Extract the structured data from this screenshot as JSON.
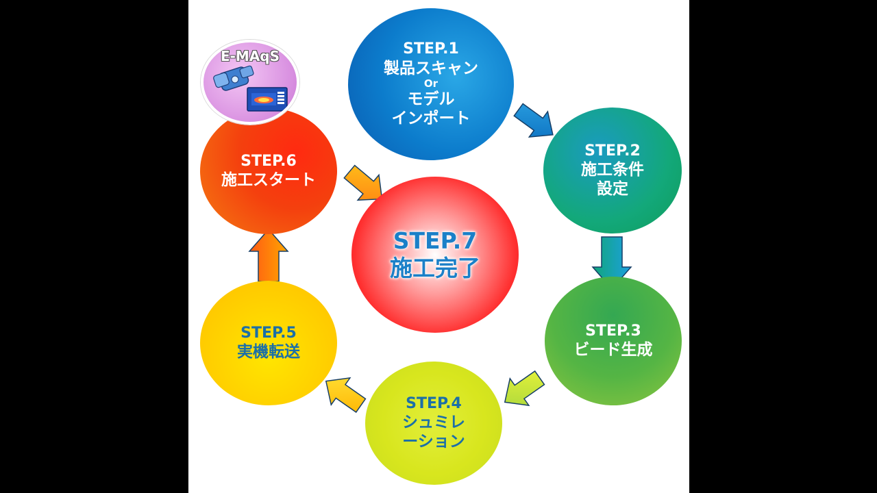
{
  "diagram": {
    "steps": [
      {
        "id": "s1",
        "title": "STEP.1",
        "lines": [
          "製品スキャン",
          "Or",
          "モデル",
          "インポート"
        ]
      },
      {
        "id": "s2",
        "title": "STEP.2",
        "lines": [
          "施工条件",
          "設定"
        ]
      },
      {
        "id": "s3",
        "title": "STEP.3",
        "lines": [
          "ビード生成"
        ]
      },
      {
        "id": "s4",
        "title": "STEP.4",
        "lines": [
          "シュミレ",
          "ーション"
        ]
      },
      {
        "id": "s5",
        "title": "STEP.5",
        "lines": [
          "実機転送"
        ]
      },
      {
        "id": "s6",
        "title": "STEP.6",
        "lines": [
          "施工スタート"
        ]
      },
      {
        "id": "s7",
        "title": "STEP.7",
        "lines": [
          "施工完了"
        ]
      }
    ],
    "emaqs": {
      "label": "E-MAqS",
      "icon": "device-and-screen-icon"
    },
    "arrows": [
      {
        "from": "STEP.1",
        "to": "STEP.2",
        "color": "#1b8fd6"
      },
      {
        "from": "STEP.2",
        "to": "STEP.3",
        "color": "#14a5c2"
      },
      {
        "from": "STEP.3",
        "to": "STEP.4",
        "color": "#d7ee3c"
      },
      {
        "from": "STEP.4",
        "to": "STEP.5",
        "color": "#ffc400"
      },
      {
        "from": "STEP.5",
        "to": "STEP.6",
        "color": "#ff7b1a"
      },
      {
        "from": "STEP.6",
        "to": "STEP.7",
        "color": "#ffa61a"
      }
    ]
  }
}
